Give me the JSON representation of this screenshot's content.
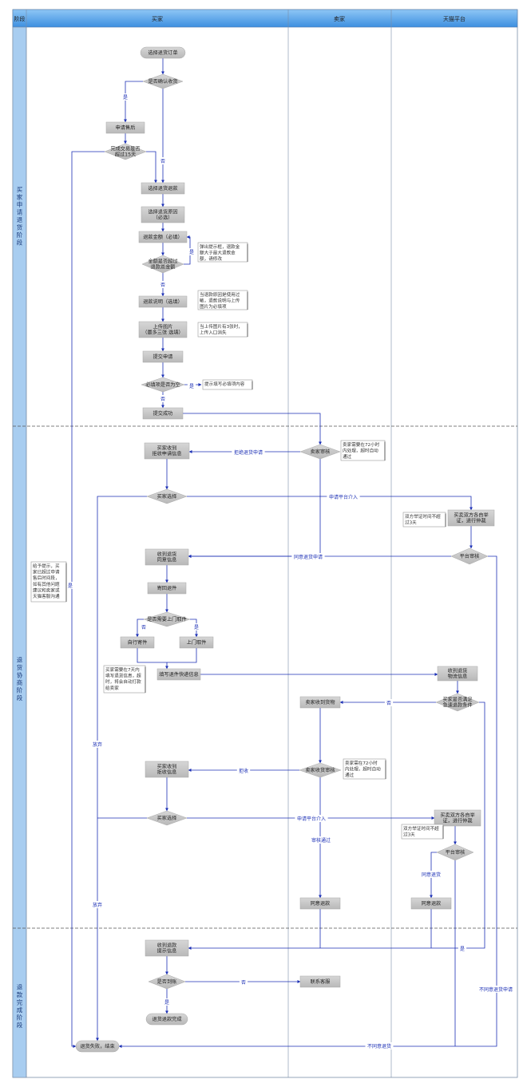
{
  "lanes": {
    "phase_col": "阶段",
    "buyer": "买家",
    "seller": "卖家",
    "platform": "天猫平台"
  },
  "phases": [
    "买家申请退货阶段",
    "退货协商阶段",
    "退款完成阶段"
  ],
  "nodes": {
    "n1": "选择退货订单",
    "n2": "是否确认收货",
    "n3": "申请售后",
    "n4": [
      "完成交易是否",
      "超过15天"
    ],
    "n5": "选择退货退款",
    "n6": [
      "选择退货原因",
      "（必选）"
    ],
    "n7": "退款金额（必填）",
    "n8": [
      "金额是否超过",
      "退款总金额"
    ],
    "n9": "退款说明（选填）",
    "n10": [
      "上传图片",
      "（最多三张 选填）"
    ],
    "n11": "提交申请",
    "n12": "必填项是否为空",
    "n13": "提交成功",
    "s1": "卖家审核",
    "b1": [
      "买家收到",
      "拒收申请信息"
    ],
    "b2": "买家选择",
    "p1": [
      "买卖双方各自举",
      "证，进行仲裁"
    ],
    "p2": "平台审核",
    "b3": [
      "收到退货",
      "同意信息"
    ],
    "b4": "寄回退件",
    "b5": "是否需要上门取件",
    "b6": "自行寄件",
    "b7": "上门取件",
    "b8": "填写退件快递信息",
    "p3": [
      "收到退货",
      "物流信息"
    ],
    "p4": [
      "买家是否满足",
      "急速退款条件"
    ],
    "s2": "卖家收到货物",
    "s3": "卖家收货审核",
    "b9": [
      "买家收到",
      "拒收信息"
    ],
    "b10": "买家选择",
    "p5": [
      "买卖双方各自举",
      "证，进行仲裁"
    ],
    "p6": "平台审核",
    "s4": "同意退款",
    "p7": "同意退款",
    "b11": [
      "收到退款",
      "提示信息"
    ],
    "b12": "是否到账",
    "s5": "联系客服",
    "b13": "退货退款完成",
    "b14": "退货失败，结束"
  },
  "notes": {
    "no1": [
      "弹出提示框，退款金",
      "额大于最大退款金",
      "额，请修改"
    ],
    "no2": [
      "当退款原因是使用过",
      "敏，退款说明与上传",
      "图片为必填项"
    ],
    "no3": [
      "当上传图片有3张时，",
      "上传入口消失"
    ],
    "no4": [
      "提示填写必填项内容"
    ],
    "no5": [
      "卖家需要在72小时",
      "内处理，超时自动",
      "通过"
    ],
    "no6": [
      "双方举证时间不超",
      "过3天"
    ],
    "no7": [
      "给予提示，买",
      "家已超过申请",
      "售后时间段，",
      "如有其他问题",
      "建议和卖家或",
      "天猫客服沟通"
    ],
    "no8": [
      "买家需要在7天内",
      "填写退货信息，超",
      "时，将会自动打款",
      "给卖家"
    ],
    "no9": [
      "卖家需在72小时",
      "内处理，超时自动",
      "通过"
    ],
    "no10": [
      "双方举证时间不超",
      "过3天"
    ]
  },
  "edge_labels": {
    "yes": "是",
    "no": "否",
    "reject_return": "拒绝退货申请",
    "apply_platform": "申请平台介入",
    "agree_return": "同意退货申请",
    "reject": "拒收",
    "giveup": "放弃",
    "audit_pass": "审核通过",
    "agree_return2": "同意退货",
    "disagree_return": "不同意退货申请",
    "disagree_return2": "不同意退货"
  },
  "colors": {
    "header": "#4a9fe6",
    "phase_col": "#a8cdf0",
    "node": "#c8c8c8",
    "edge": "#1b2fb5"
  }
}
